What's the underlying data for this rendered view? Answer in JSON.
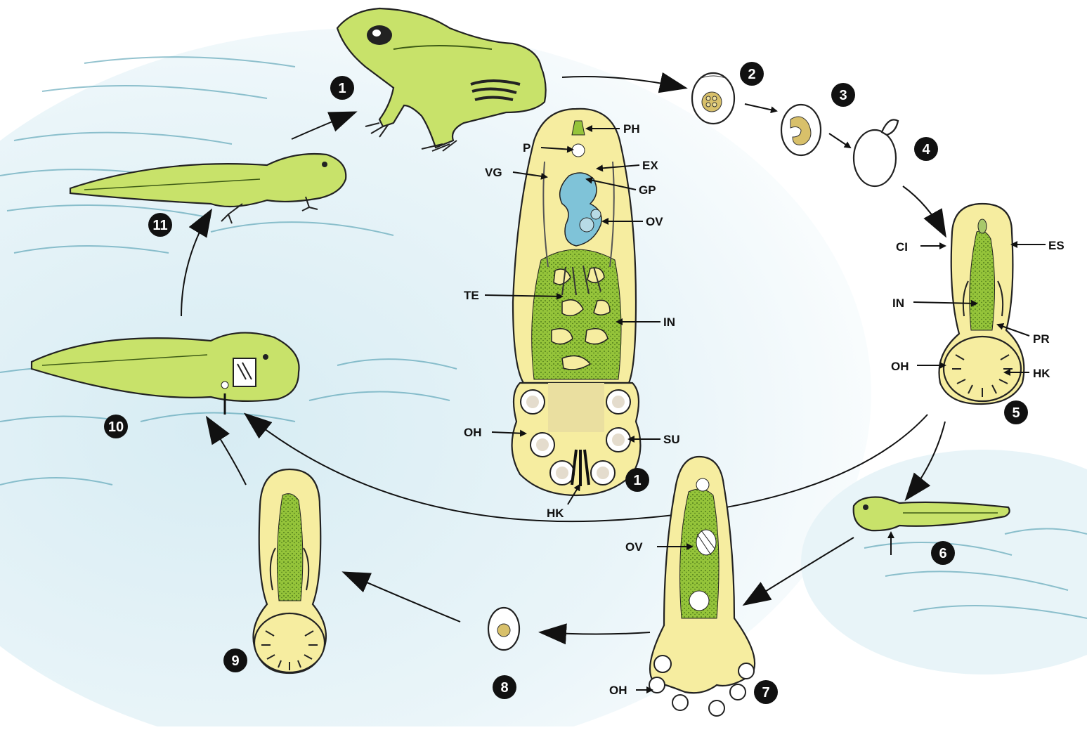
{
  "colors": {
    "frog_green": "#c8e26a",
    "worm_yellow": "#f6eda0",
    "gut_green": "#95c43a",
    "ovary_blue": "#7fc3d8",
    "water_blue": "#bfe0ec",
    "line": "#222222",
    "badge": "#111111"
  },
  "stages": [
    {
      "number": "1",
      "icon": "adult-frog"
    },
    {
      "number": "2",
      "icon": "egg-with-cells"
    },
    {
      "number": "3",
      "icon": "egg-with-larva"
    },
    {
      "number": "4",
      "icon": "empty-egg-open-lid"
    },
    {
      "number": "5",
      "icon": "oncomiracidium-larva"
    },
    {
      "number": "6",
      "icon": "tadpole"
    },
    {
      "number": "7",
      "icon": "neotenic-adult-worm"
    },
    {
      "number": "8",
      "icon": "egg"
    },
    {
      "number": "9",
      "icon": "oncomiracidium-larva"
    },
    {
      "number": "10",
      "icon": "tadpole-with-gill-inset"
    },
    {
      "number": "11",
      "icon": "metamorphosing-tadpole"
    }
  ],
  "adult_badge": "1",
  "adult_labels": {
    "ph": "PH",
    "p": "P",
    "ex": "EX",
    "vg": "VG",
    "gp": "GP",
    "ov": "OV",
    "te": "TE",
    "in": "IN",
    "oh": "OH",
    "su": "SU",
    "hk": "HK"
  },
  "larva_labels": {
    "ci": "CI",
    "es": "ES",
    "in": "IN",
    "pr": "PR",
    "oh": "OH",
    "hk": "HK"
  },
  "neotenic_labels": {
    "ov": "OV",
    "oh": "OH"
  }
}
